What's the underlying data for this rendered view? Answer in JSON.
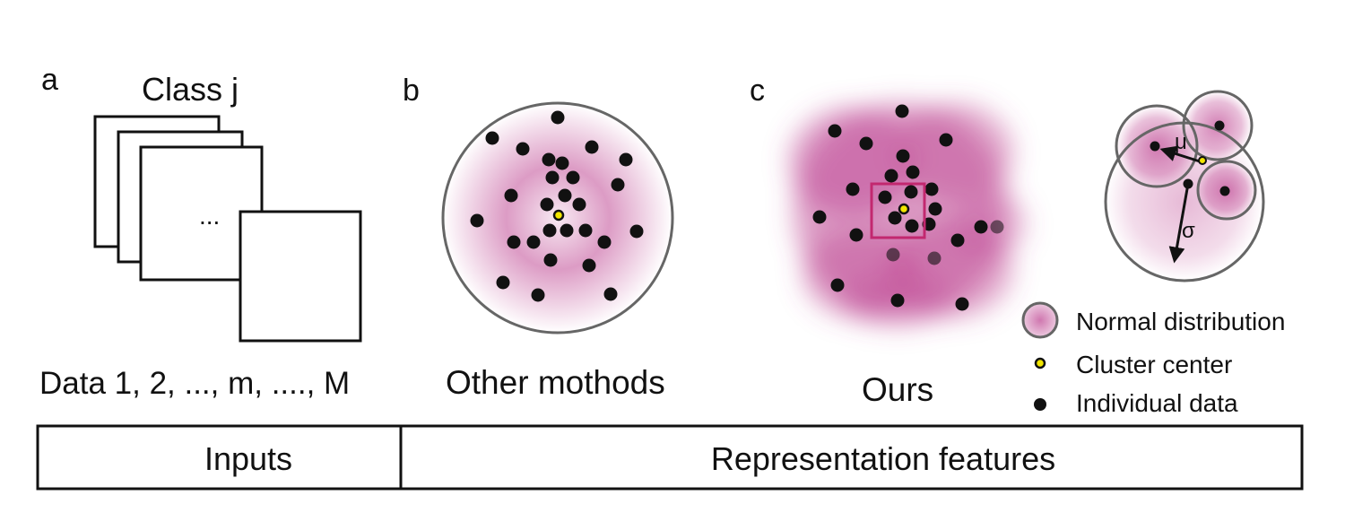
{
  "panels": {
    "a": {
      "letter": "a",
      "title": "Class j",
      "ellipsis": "...",
      "caption": "Data 1, 2, ..., m, ...., M"
    },
    "b": {
      "letter": "b",
      "caption": "Other mothods"
    },
    "c": {
      "letter": "c",
      "caption": "Ours",
      "mu_symbol": "μ",
      "sigma_symbol": "σ"
    }
  },
  "legend": {
    "items": [
      {
        "label": "Normal distribution",
        "icon": "normal-distribution-icon"
      },
      {
        "label": "Cluster center",
        "icon": "cluster-center-icon"
      },
      {
        "label": "Individual data",
        "icon": "individual-data-icon"
      }
    ]
  },
  "footer": {
    "left_label": "Inputs",
    "right_label": "Representation features"
  },
  "colors": {
    "magenta": "#c04a95",
    "highlight_box": "#c2286f",
    "cluster_center": "#f2e600",
    "dot": "#111111",
    "circle_stroke": "#666666"
  }
}
